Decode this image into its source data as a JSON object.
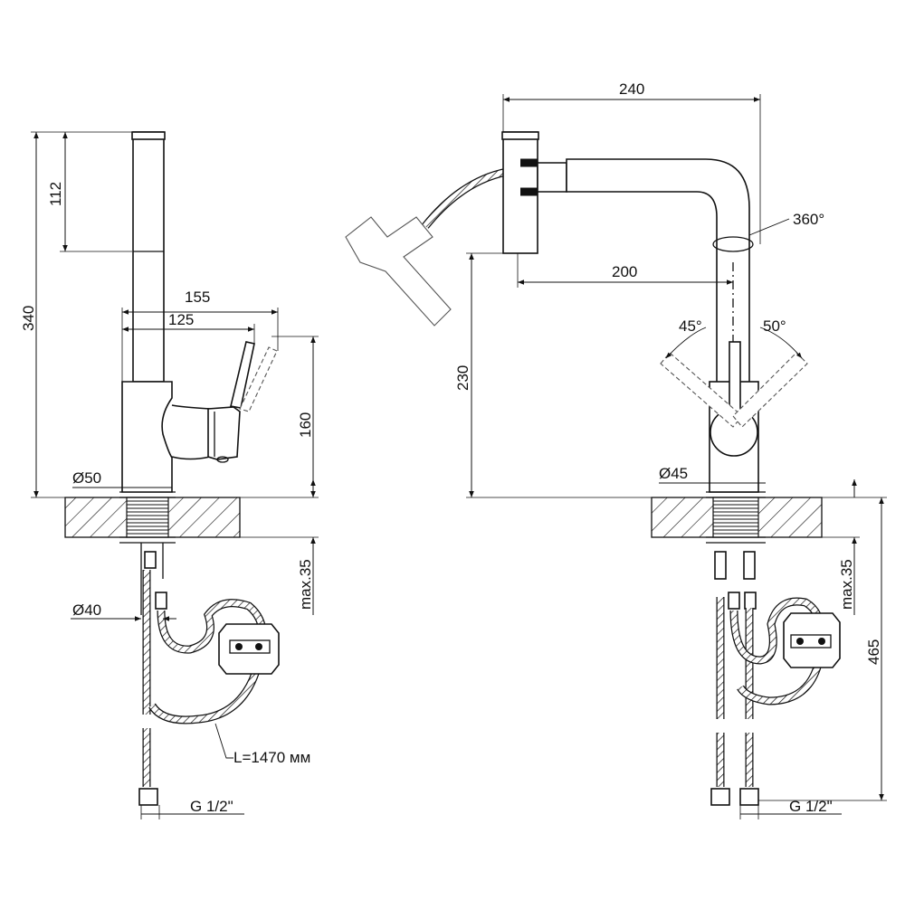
{
  "left_view": {
    "dim_total_height": "340",
    "dim_spout_top": "112",
    "dim_width_outer": "155",
    "dim_width_inner": "125",
    "dim_base_height": "160",
    "dim_body_diameter": "Ø50",
    "dim_mount_diameter": "Ø40",
    "dim_max_thickness": "max.35",
    "hose_length": "L=1470 мм",
    "thread": "G 1/2\""
  },
  "right_view": {
    "dim_total_width": "240",
    "dim_spout_reach": "200",
    "dim_height": "230",
    "dim_rotation": "360°",
    "dim_angle_left": "45°",
    "dim_angle_right": "50°",
    "dim_body_diameter": "Ø45",
    "dim_max_thickness": "max.35",
    "dim_total_length": "465",
    "thread": "G 1/2\""
  }
}
